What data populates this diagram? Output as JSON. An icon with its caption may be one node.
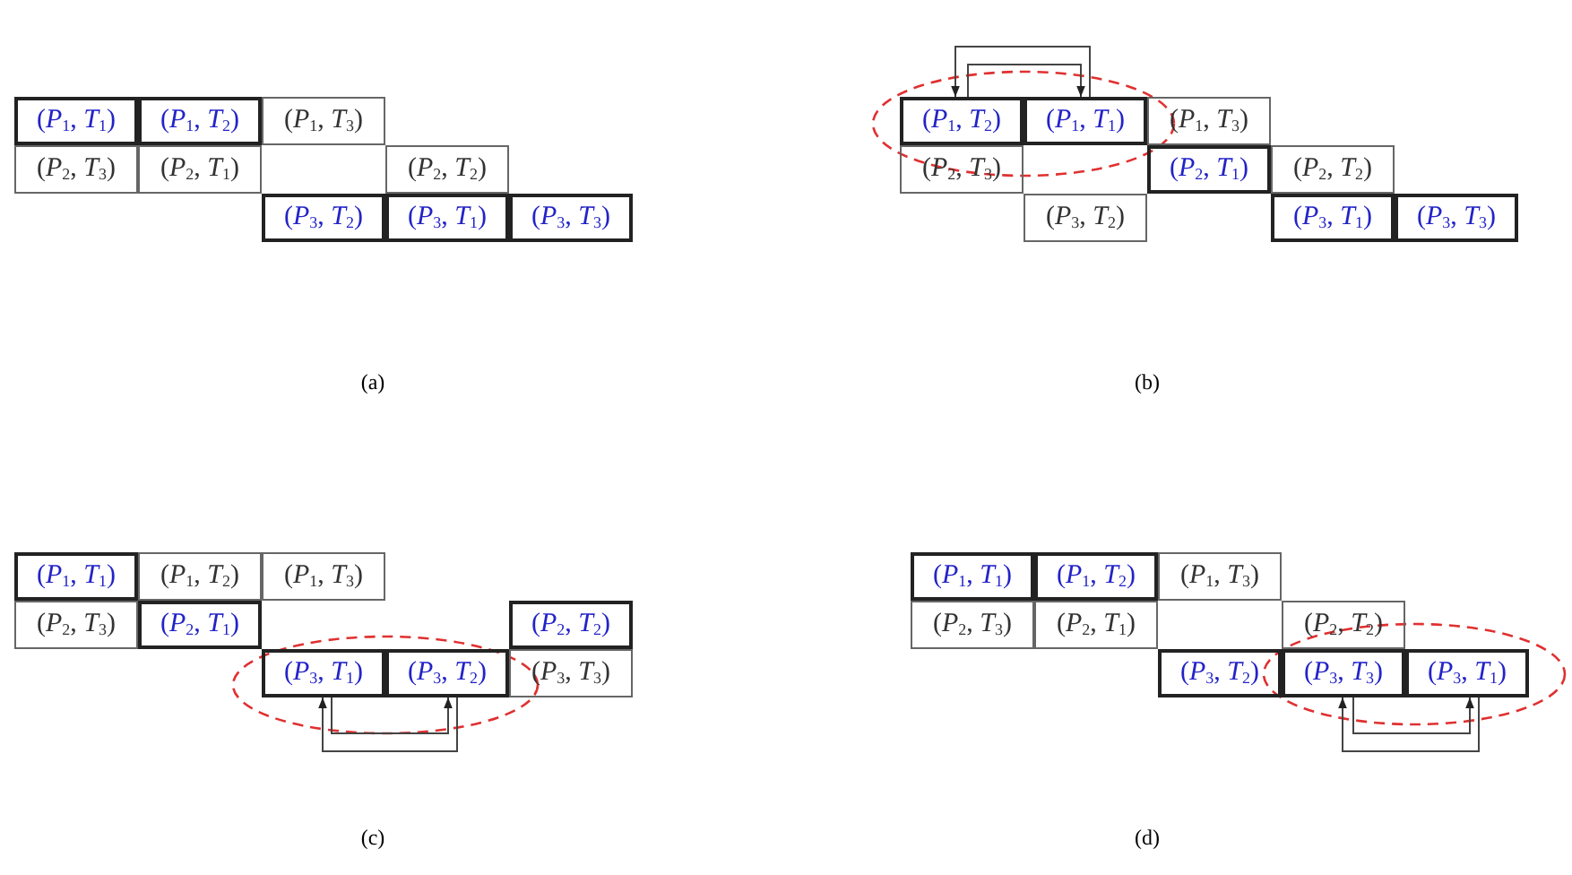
{
  "diagram": {
    "nodes": [
      {
        "text": [
          "(*P*$_{1}$, *T*$_{1}$)"
        ]
      },
      {
        "text": [
          "(*P*$_{1}$, *T*$_{2}$)"
        ]
      },
      {
        "text": [
          "(*P*$_{1}$, *T*$_{3}$)"
        ]
      },
      {
        "text": [
          "(*P*$_{2}$, *T*$_{3}$)"
        ]
      },
      {
        "text": [
          "(*P*$_{2}$, *T*$_{1}$)"
        ]
      },
      {
        "text": [
          "(*P*$_{2}$, *T*$_{2}$)"
        ]
      },
      {
        "text": [
          "(*P*$_{3}$, *T*$_{2}$)"
        ]
      },
      {
        "text": [
          "(*P*$_{3}$, *T*$_{1}$)"
        ]
      },
      {
        "text": [
          "(*P*$_{3}$, *T*$_{3}$)"
        ]
      },
      {
        "text": [
          "(*P*$_{1}$, *T*$_{2}$)"
        ]
      },
      {
        "text": [
          "(*P*$_{1}$, *T*$_{1}$)"
        ]
      },
      {
        "text": [
          "(*P*$_{1}$, *T*$_{3}$)"
        ]
      },
      {
        "text": [
          "(*P*$_{2}$, *T*$_{3}$)"
        ]
      },
      {
        "text": [
          "(*P*$_{2}$, *T*$_{1}$)"
        ]
      },
      {
        "text": [
          "(*P*$_{2}$, *T*$_{2}$)"
        ]
      },
      {
        "text": [
          "(*P*$_{3}$, *T*$_{2}$)"
        ]
      },
      {
        "text": [
          "(*P*$_{3}$, *T*$_{1}$)"
        ]
      },
      {
        "text": [
          "(*P*$_{3}$, *T*$_{3}$)"
        ]
      },
      {
        "text": [
          "(*P*$_{1}$, *T*$_{1}$)"
        ]
      },
      {
        "text": [
          "(*P*$_{1}$, *T*$_{2}$)"
        ]
      },
      {
        "text": [
          "(*P*$_{1}$, *T*$_{3}$)"
        ]
      },
      {
        "text": [
          "(*P*$_{2}$, *T*$_{3}$)"
        ]
      },
      {
        "text": [
          "(*P*$_{2}$, *T*$_{1}$)"
        ]
      },
      {
        "text": [
          "(*P*$_{2}$, *T*$_{2}$)"
        ]
      },
      {
        "text": [
          "(*P*$_{3}$, *T*$_{1}$)"
        ]
      },
      {
        "text": [
          "(*P*$_{3}$, *T*$_{2}$)"
        ]
      },
      {
        "text": [
          "(*P*$_{3}$, *T*$_{3}$)"
        ]
      },
      {
        "text": [
          "(*P*$_{1}$, *T*$_{1}$)"
        ]
      },
      {
        "text": [
          "(*P*$_{1}$, *T*$_{2}$)"
        ]
      },
      {
        "text": [
          "(*P*$_{1}$, *T*$_{3}$)"
        ]
      },
      {
        "text": [
          "(*P*$_{2}$, *T*$_{3}$)"
        ]
      },
      {
        "text": [
          "(*P*$_{2}$, *T*$_{1}$)"
        ]
      },
      {
        "text": [
          "(*P*$_{2}$, *T*$_{2}$)"
        ]
      },
      {
        "text": [
          "(*P*$_{3}$, *T*$_{2}$)"
        ]
      },
      {
        "text": [
          "(*P*$_{3}$, *T*$_{3}$)"
        ]
      },
      {
        "text": [
          "(*P*$_{3}$, *T*$_{1}$)"
        ]
      }
    ],
    "edges": [
      {
        "from": 10,
        "to": 9,
        "arrow": "to"
      },
      {
        "from": 9,
        "to": 10,
        "arrow": "to"
      },
      {
        "from": 25,
        "to": 24,
        "arrow": "to"
      },
      {
        "from": 24,
        "to": 25,
        "arrow": "to"
      },
      {
        "from": 35,
        "to": 34,
        "arrow": "to"
      },
      {
        "from": 34,
        "to": 35,
        "arrow": "to"
      }
    ],
    "labels": [
      "(a)",
      "(b)",
      "(c)",
      "(d)"
    ]
  }
}
